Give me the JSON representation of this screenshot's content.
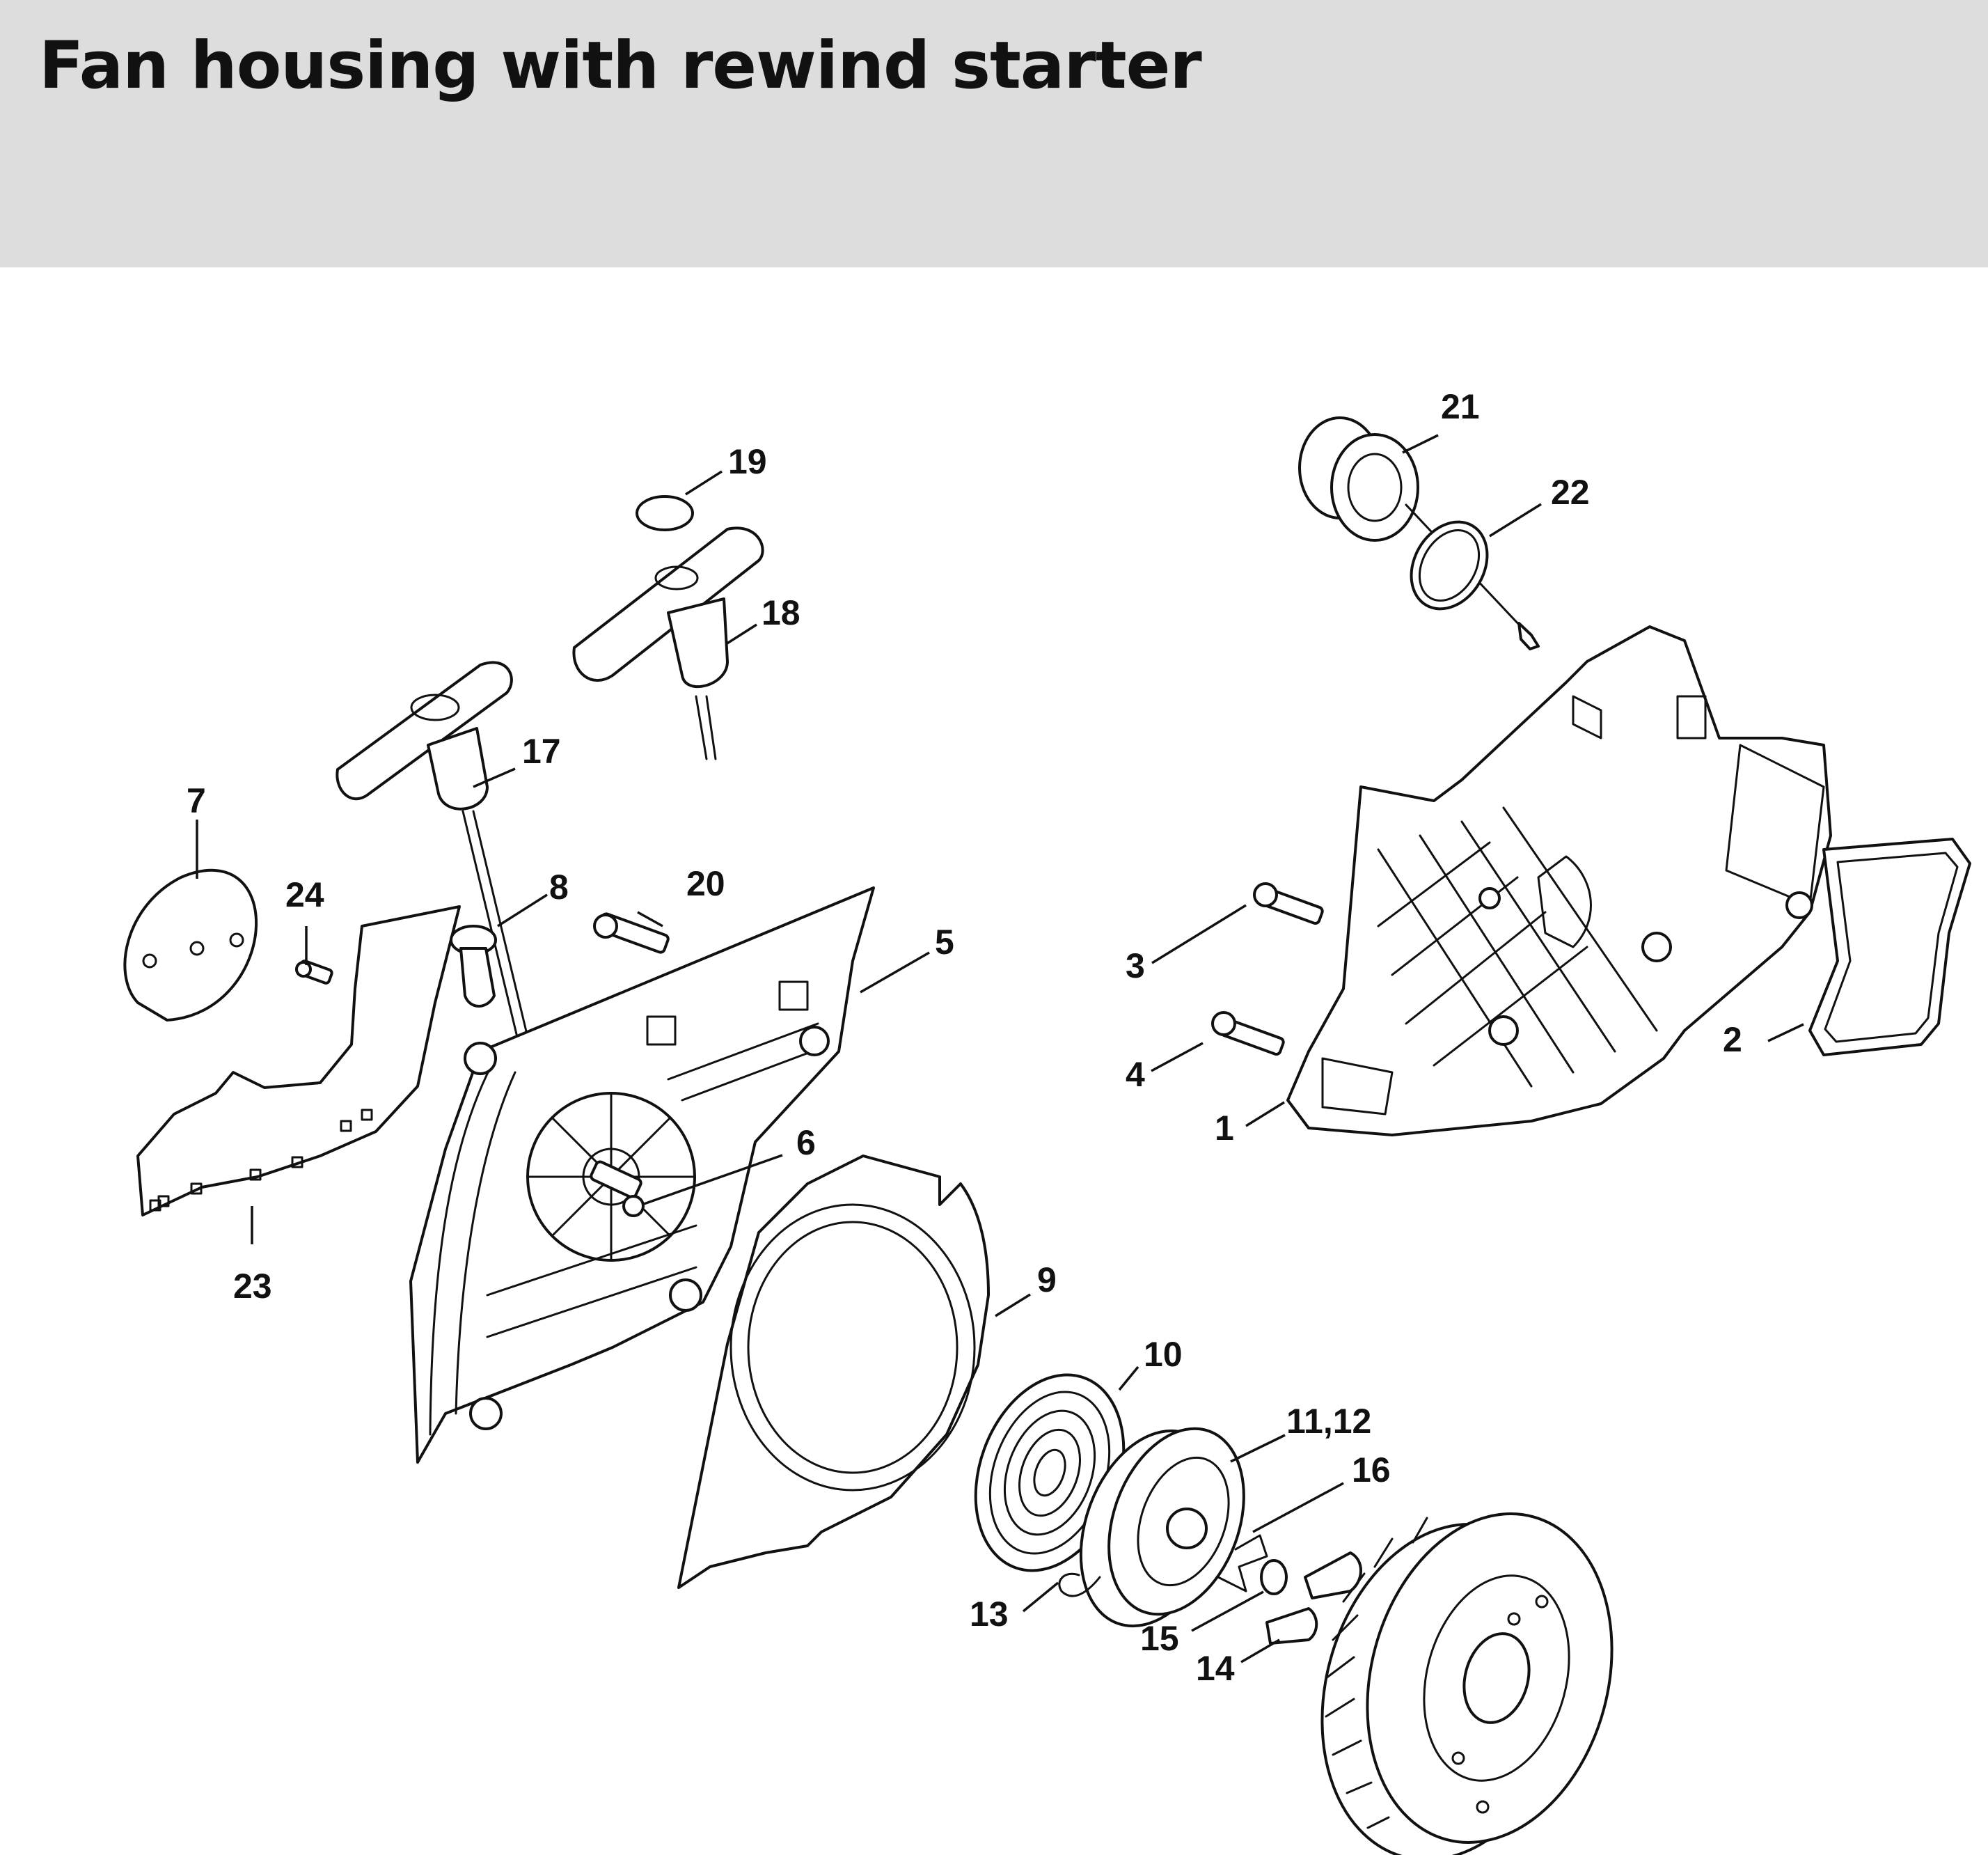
{
  "header": {
    "title": "Fan housing with rewind starter",
    "background": "#dcdddc"
  },
  "callouts": [
    {
      "label": "1",
      "part": "crankcase-shroud"
    },
    {
      "label": "2",
      "part": "gasket"
    },
    {
      "label": "3",
      "part": "screw"
    },
    {
      "label": "4",
      "part": "screw"
    },
    {
      "label": "5",
      "part": "fan-housing"
    },
    {
      "label": "6",
      "part": "starter-post"
    },
    {
      "label": "7",
      "part": "cover-plate"
    },
    {
      "label": "8",
      "part": "rope-guide-bushing"
    },
    {
      "label": "9",
      "part": "guide-plate"
    },
    {
      "label": "10",
      "part": "rewind-spring"
    },
    {
      "label": "11,12",
      "part": "rope-rotor"
    },
    {
      "label": "13",
      "part": "starter-rope"
    },
    {
      "label": "14",
      "part": "pawl"
    },
    {
      "label": "15",
      "part": "washer"
    },
    {
      "label": "16",
      "part": "spring-clip"
    },
    {
      "label": "17",
      "part": "starter-grip"
    },
    {
      "label": "18",
      "part": "starter-grip"
    },
    {
      "label": "19",
      "part": "grip-cap"
    },
    {
      "label": "20",
      "part": "screw"
    },
    {
      "label": "21",
      "part": "ignition-module"
    },
    {
      "label": "22",
      "part": "o-ring"
    },
    {
      "label": "23",
      "part": "side-panel"
    },
    {
      "label": "24",
      "part": "screw"
    }
  ]
}
